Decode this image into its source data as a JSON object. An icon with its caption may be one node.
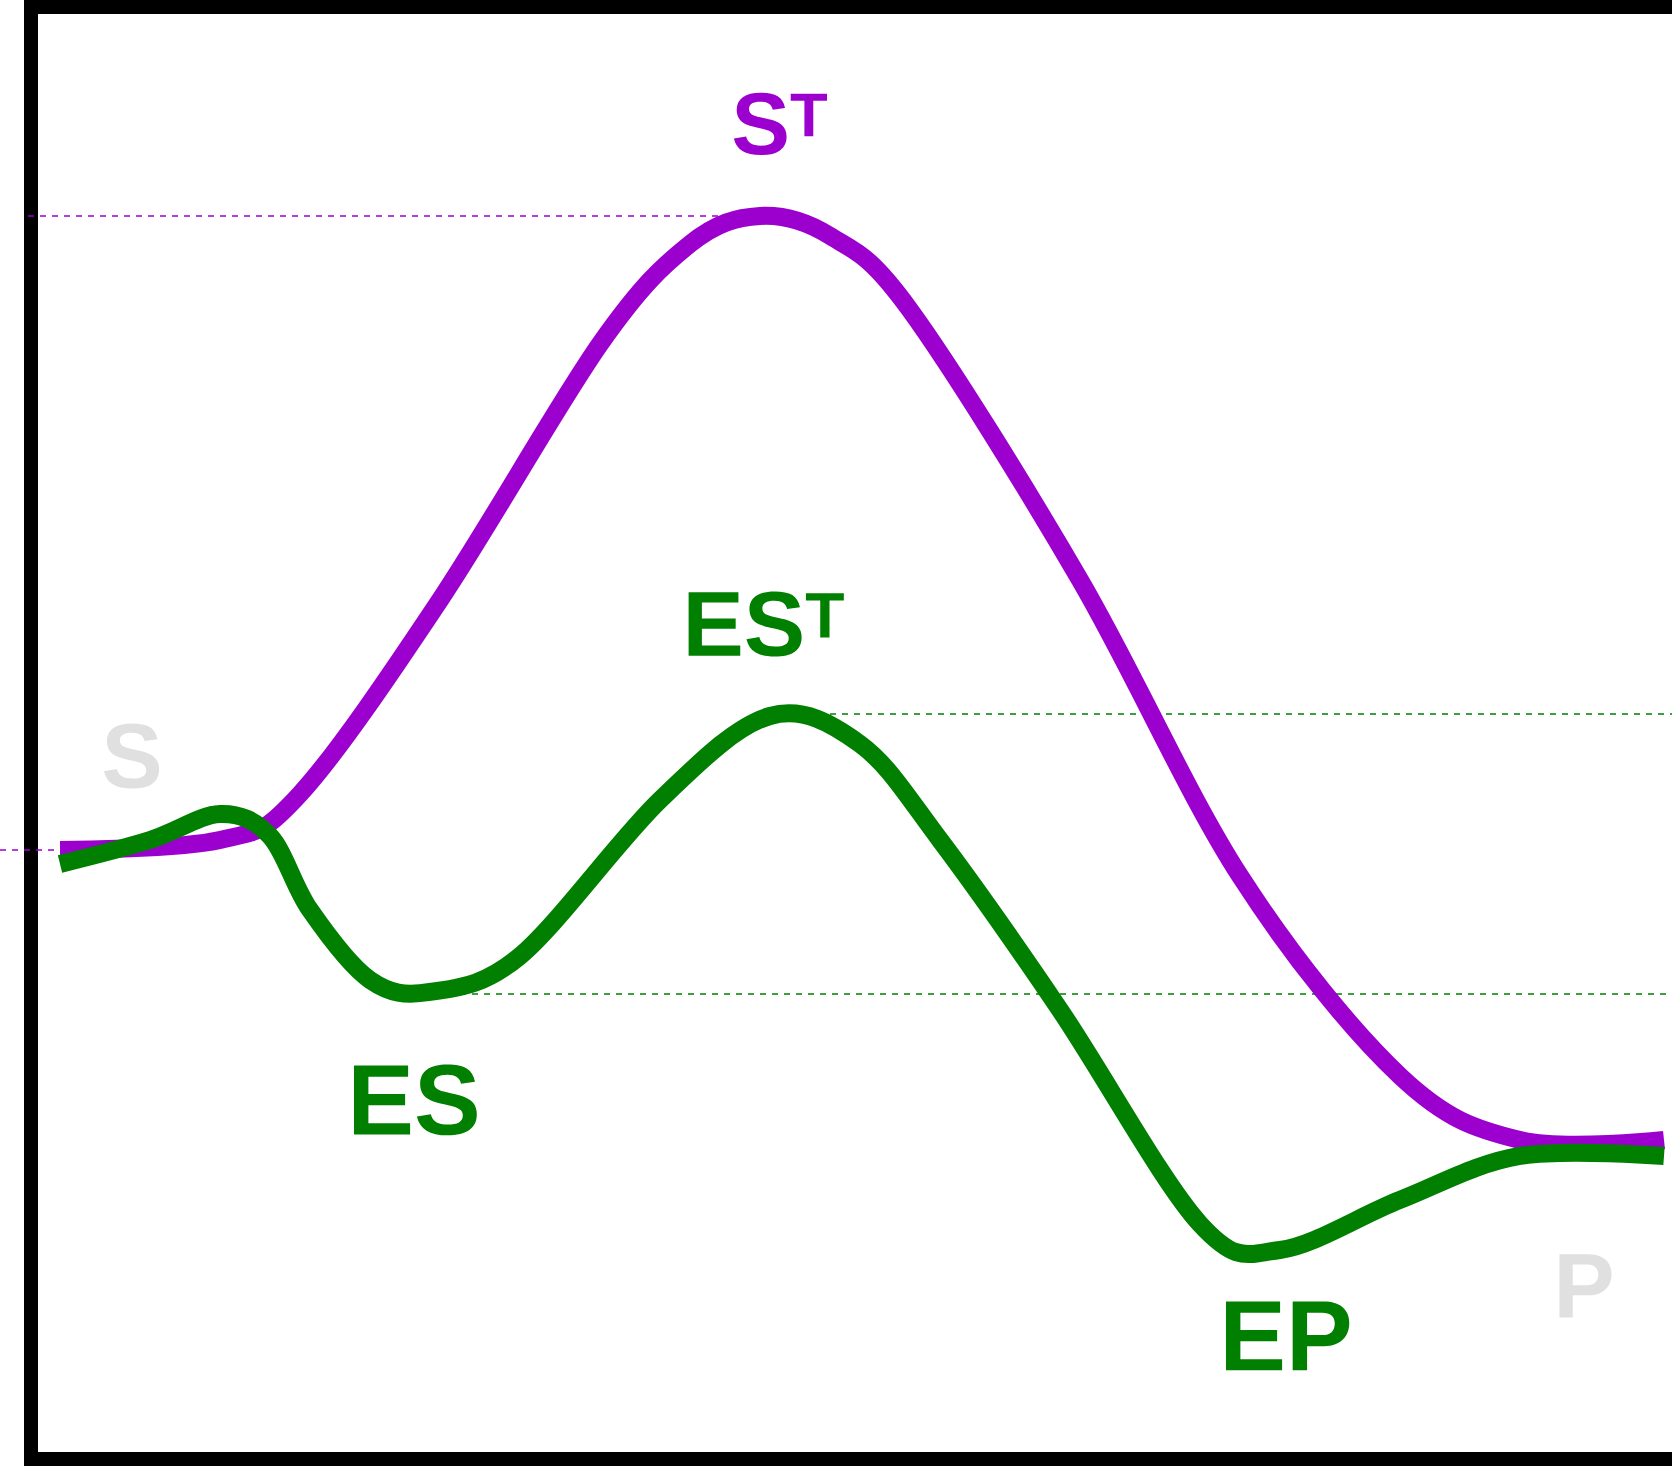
{
  "diagram": {
    "labels": [
      "S$^{T}$",
      "ES$^{T}$",
      "S",
      "ES",
      "EP",
      "P"
    ]
  }
}
